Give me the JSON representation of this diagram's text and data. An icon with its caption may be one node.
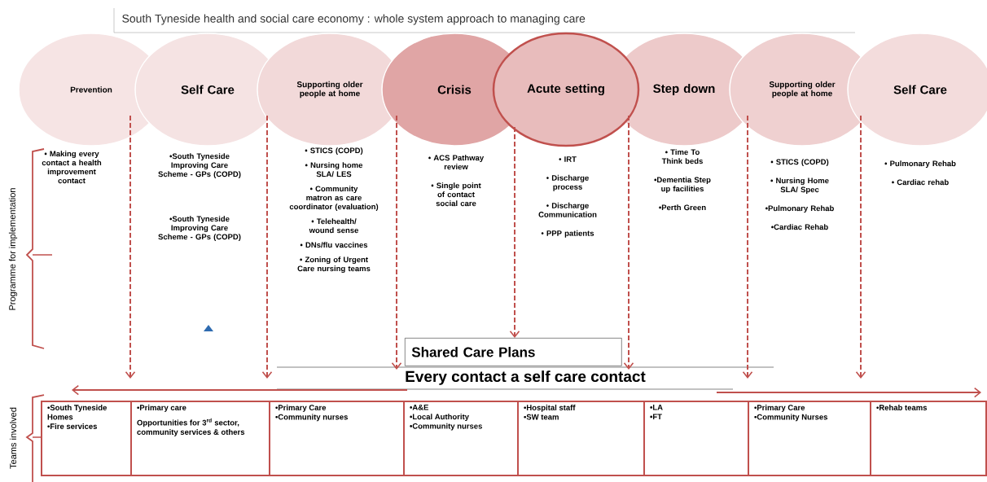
{
  "diagram": {
    "title": "South Tyneside health and social care economy : whole system approach to managing care",
    "nodes": [
      {
        "text": [
          "Prevention"
        ]
      },
      {
        "text": [
          "Self Care"
        ]
      },
      {
        "text": [
          "Supporting older people at home"
        ]
      },
      {
        "text": [
          "Crisis"
        ]
      },
      {
        "text": [
          "Acute setting"
        ]
      },
      {
        "text": [
          "Step down"
        ]
      },
      {
        "text": [
          "Supporting older people at home"
        ]
      },
      {
        "text": [
          "Self Care"
        ]
      },
      {
        "text": [
          "Shared Care Plans"
        ]
      },
      {
        "text": [
          "Every contact a self care contact"
        ]
      },
      {
        "text": [
          "•South Tyneside Homes",
          "•Fire services"
        ]
      },
      {
        "text": [
          "•Primary care",
          "Opportunities for 3$^{rd}$ sector, community services & others"
        ]
      },
      {
        "text": [
          "•Primary Care",
          "•Community nurses"
        ]
      },
      {
        "text": [
          "•A&E",
          "•Local Authority",
          "•Community nurses"
        ]
      },
      {
        "text": [
          "•Hospital staff",
          "•SW team"
        ]
      },
      {
        "text": [
          "•LA",
          "•FT"
        ]
      },
      {
        "text": [
          "•Primary Care",
          "•Community Nurses"
        ]
      },
      {
        "text": [
          "•Rehab teams"
        ]
      }
    ],
    "edges": [
      {
        "from": 0,
        "to": null,
        "arrow": "to",
        "style": "dashed"
      },
      {
        "from": 1,
        "to": null,
        "arrow": "to",
        "style": "dashed"
      },
      {
        "from": 2,
        "to": 9,
        "arrow": "to",
        "style": "dashed"
      },
      {
        "from": 4,
        "to": 8,
        "arrow": "to",
        "style": "dashed"
      },
      {
        "from": 4,
        "to": 9,
        "arrow": "to",
        "style": "dashed"
      },
      {
        "from": 5,
        "to": null,
        "arrow": "to",
        "style": "dashed"
      },
      {
        "from": 6,
        "to": null,
        "arrow": "to",
        "style": "dashed"
      }
    ],
    "labels": [
      "Programme for implementation",
      "Teams involved",
      "• Making every contact a health improvement contact",
      "•South Tyneside Improving Care Scheme - GPs (COPD)",
      "•South Tyneside Improving Care Scheme - GPs (COPD)",
      "• STICS (COPD)",
      "• Nursing home SLA/ LES",
      "• Community matron as care coordinator (evaluation)",
      "• Telehealth/ wound sense",
      "• DNs/flu vaccines",
      "• Zoning of Urgent Care nursing teams",
      "• ACS Pathway review",
      "• Single point of contact social care",
      "• IRT",
      "• Discharge process",
      "• Discharge Communication",
      "• PPP patients",
      "• Time To Think beds",
      "•Dementia Step up facilities",
      "•Perth Green",
      "• STICS (COPD)",
      "• Nursing Home SLA/ Spec",
      "•Pulmonary Rehab",
      "•Cardiac Rehab",
      "• Pulmonary Rehab",
      "• Cardiac rehab"
    ]
  }
}
